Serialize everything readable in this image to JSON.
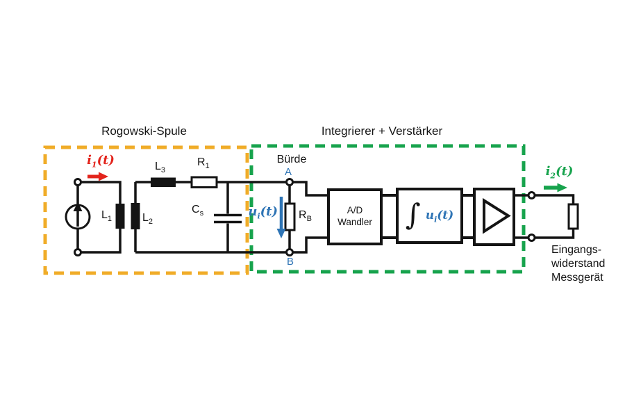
{
  "colors": {
    "box_yellow": "#F0AC28",
    "box_green": "#17A34D",
    "signal_red": "#E3241C",
    "signal_blue": "#2E74B5",
    "ink": "#141414"
  },
  "titles": {
    "rogowski": "Rogowski-Spule",
    "integrator_amplifier": "Integrierer + Verstärker"
  },
  "signals": {
    "i1": {
      "base": "i",
      "sub": "1",
      "args": "(t)"
    },
    "i2": {
      "base": "i",
      "sub": "2",
      "args": "(t)"
    },
    "ui": {
      "base": "u",
      "sub": "i",
      "args": "(t)"
    }
  },
  "components": {
    "L1": {
      "base": "L",
      "sub": "1"
    },
    "L2": {
      "base": "L",
      "sub": "2"
    },
    "L3": {
      "base": "L",
      "sub": "3"
    },
    "R1": {
      "base": "R",
      "sub": "1"
    },
    "Cs": {
      "base": "C",
      "sub": "s"
    },
    "RB": {
      "base": "R",
      "sub": "B"
    }
  },
  "burden": {
    "label": "Bürde",
    "node_top": "A",
    "node_bottom": "B"
  },
  "blocks": {
    "adc": {
      "line1": "A/D",
      "line2": "Wandler"
    },
    "integrator": {
      "integral": "∫",
      "base": "u",
      "sub": "i",
      "args": "(t)"
    }
  },
  "load": {
    "line1": "Eingangs-",
    "line2": "widerstand",
    "line3": "Messgerät"
  }
}
